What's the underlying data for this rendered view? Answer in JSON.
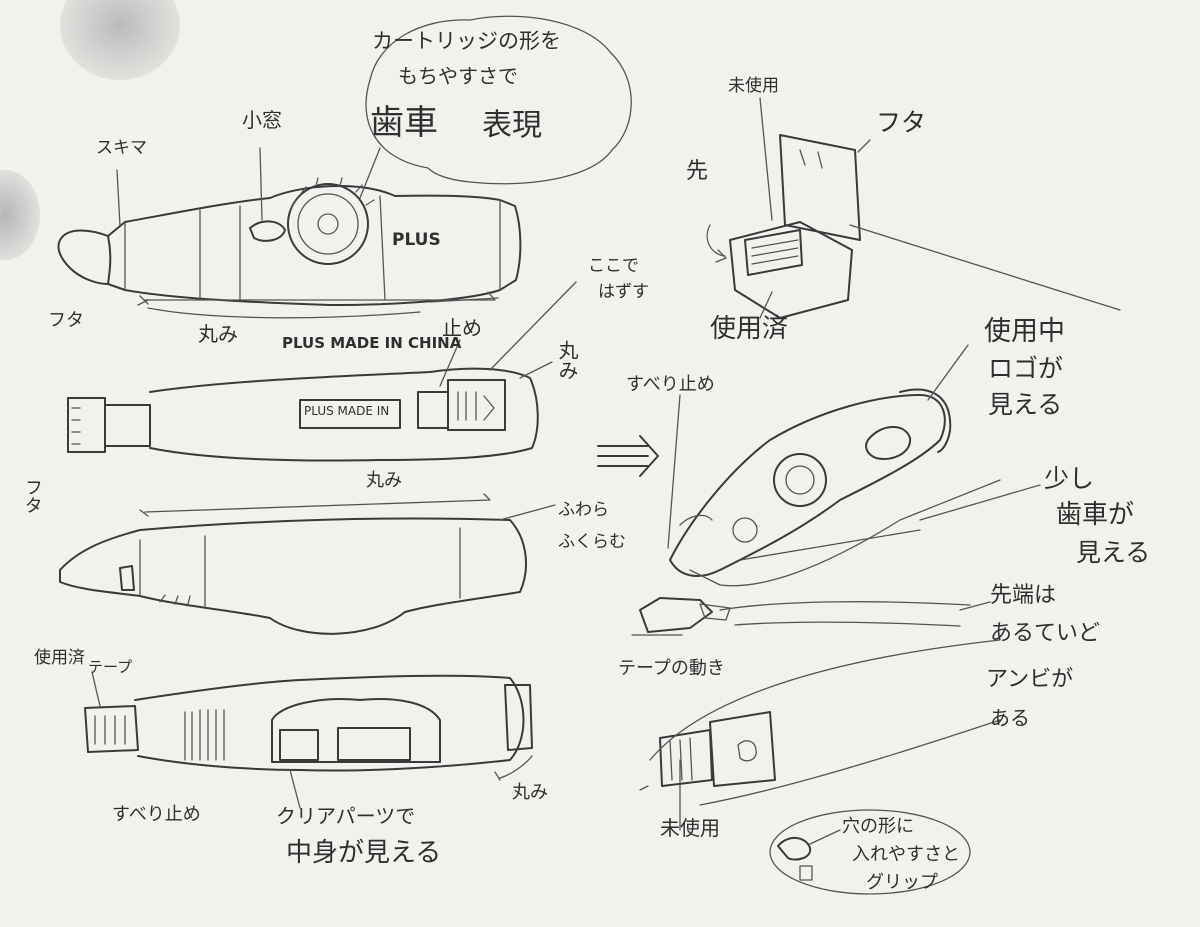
{
  "labels": {
    "sukima": "スキマ",
    "futa_left": "フタ",
    "komado": "小窓",
    "haguruma": "歯車",
    "bubble_line1": "カートリッジの形を",
    "bubble_line2": "もちやすさで",
    "bubble_line3": "表現",
    "plus_logo": "PLUS",
    "marumi_1": "丸み",
    "print_top": "PLUS MADE IN CHINA",
    "tome": "止め",
    "koko_de_line1": "ここで",
    "koko_de_line2": "はずす",
    "marumi_right": "丸み",
    "print_box": "PLUS MADE IN",
    "futa_vertical": "フタ",
    "marumi_2": "丸み",
    "fukura_line1": "ふわら",
    "fukura_line2": "ふくらむ",
    "shiyouzumi_line1": "使用済",
    "shiyouzumi_line2": "テープ",
    "suberi_dome_bottom": "すべり止め",
    "clear_line1": "クリアパーツで",
    "clear_line2": "中身が見える",
    "marumi_3": "丸み",
    "mishiyou_top": "未使用",
    "futa_right": "フタ",
    "saki": "先",
    "shiyouzumi_right": "使用済",
    "suberi_dome_right": "すべり止め",
    "shiyouchuu_line1": "使用中",
    "shiyouchuu_line2": "ロゴが",
    "shiyouchuu_line3": "見える",
    "sukoshi_line1": "少し",
    "sukoshi_line2": "歯車が",
    "sukoshi_line3": "見える",
    "sentan_line1": "先端は",
    "sentan_line2": "あるていど",
    "tape_ugoki": "テープの動き",
    "anchor_line1": "アンビが",
    "anchor_line2": "ある",
    "mishiyou_bottom": "未使用",
    "ana_line1": "穴の形に",
    "ana_line2": "入れやすさと",
    "ana_line3": "グリップ"
  }
}
